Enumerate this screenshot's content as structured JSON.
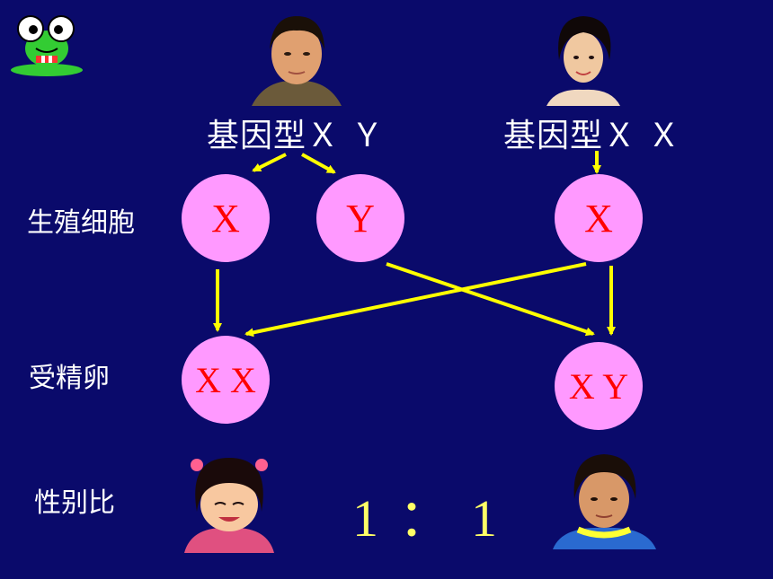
{
  "parents": {
    "father": {
      "genotype": "基因型Ｘ Ｙ",
      "icon": "man-portrait-icon"
    },
    "mother": {
      "genotype": "基因型Ｘ Ｘ",
      "icon": "woman-portrait-icon"
    }
  },
  "rows": {
    "gametes_label": "生殖细胞",
    "zygote_label": "受精卵",
    "sex_ratio_label": "性别比"
  },
  "gametes": [
    "X",
    "Y",
    "X"
  ],
  "zygotes": [
    "X X",
    "X Y"
  ],
  "ratio": "1 ： 1",
  "decor": {
    "mascot_icon": "frog-mascot-icon",
    "girl_icon": "girl-portrait-icon",
    "boy_icon": "boy-portrait-icon"
  },
  "colors": {
    "background": "#0a0a6b",
    "cell": "#ff99ff",
    "cell_text": "#ff0000",
    "arrow": "#ffff00",
    "ratio": "#ffff66"
  }
}
